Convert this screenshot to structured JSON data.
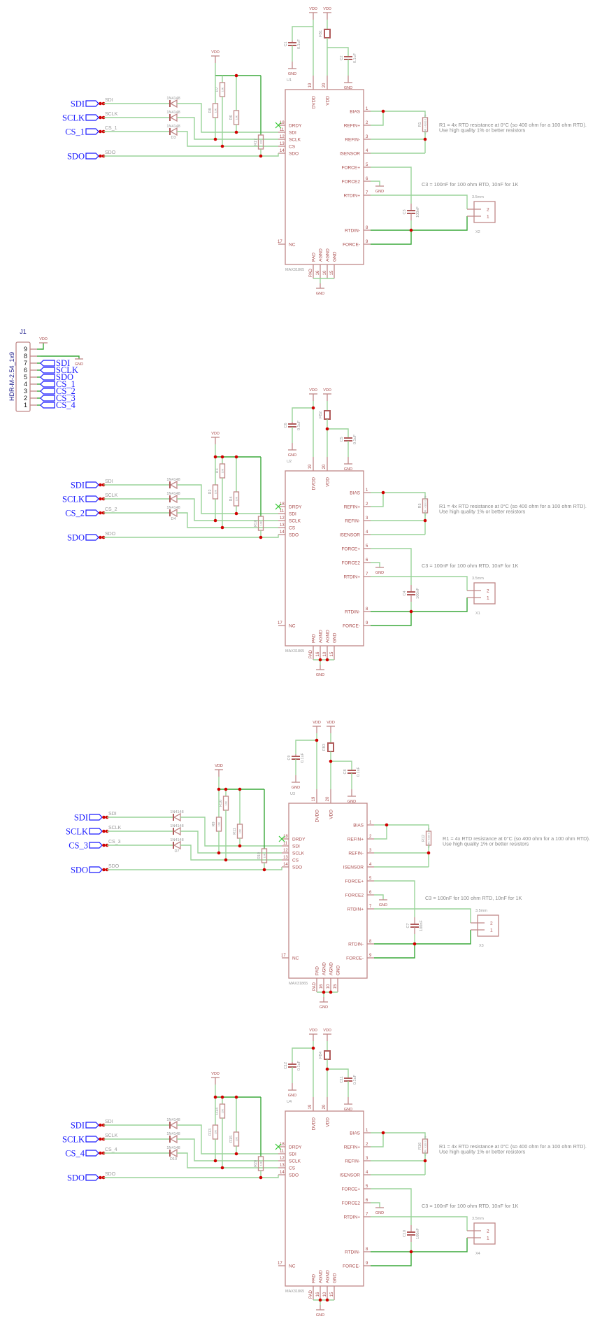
{
  "power": {
    "vdd": "VDD",
    "gnd": "GND"
  },
  "pins": {
    "left": [
      {
        "num": "18",
        "name": "DRDY"
      },
      {
        "num": "11",
        "name": "SDI"
      },
      {
        "num": "12",
        "name": "SCLK"
      },
      {
        "num": "13",
        "name": "CS"
      },
      {
        "num": "14",
        "name": "SDO"
      }
    ],
    "nc": {
      "num": "17",
      "name": "NC"
    },
    "right": [
      {
        "num": "1",
        "name": "BIAS"
      },
      {
        "num": "2",
        "name": "REFIN+"
      },
      {
        "num": "3",
        "name": "REFIN-"
      },
      {
        "num": "4",
        "name": "ISENSOR"
      },
      {
        "num": "5",
        "name": "FORCE+"
      },
      {
        "num": "6",
        "name": "FORCE2"
      },
      {
        "num": "7",
        "name": "RTDIN+"
      },
      {
        "num": "8",
        "name": "RTDIN-"
      },
      {
        "num": "9",
        "name": "FORCE-"
      }
    ],
    "top": [
      {
        "num": "19",
        "name": "DVDD"
      },
      {
        "num": "20",
        "name": "VDD"
      }
    ],
    "bottom": [
      {
        "num": "PAD",
        "name": "PAD"
      },
      {
        "num": "16",
        "name": "AGND"
      },
      {
        "num": "10",
        "name": "AGND"
      },
      {
        "num": "15",
        "name": "GND"
      }
    ]
  },
  "channels": [
    {
      "ic_ref": "U1",
      "ic_value": "MAX31865",
      "ports": {
        "sdi": "SDI",
        "sclk": "SCLK",
        "cs": "CS_1",
        "sdo": "SDO"
      },
      "c_dvdd": {
        "ref": "C1",
        "value": "0.1uF"
      },
      "c_vdd": {
        "ref": "C2",
        "value": "0.1uF"
      },
      "ferrite": "FB1",
      "pullups": [
        {
          "ref": "R7",
          "value": "10K"
        },
        {
          "ref": "R8",
          "value": "10K"
        },
        {
          "ref": "R6",
          "value": "10K"
        },
        {
          "ref": "R17",
          "value": "10K"
        }
      ],
      "diode": {
        "value": "1N4148",
        "ref": "D3"
      },
      "r_ref": {
        "ref": "R1",
        "value": "430R / 4300 0.1%"
      },
      "c_filter": {
        "ref": "C3",
        "value": "100nF"
      },
      "connector": {
        "ref": "X2",
        "value": "3.5mm",
        "pins": [
          "2",
          "1"
        ]
      },
      "notes": [
        "R1 = 4x RTD resistance at 0°C (so 400 ohm for a 100 ohm RTD).",
        "Use high quality 1% or better resistors",
        "C3 = 100nF for 100 ohm RTD, 10nF for 1K"
      ]
    },
    {
      "ic_ref": "U2",
      "ic_value": "MAX31865",
      "ports": {
        "sdi": "SDI",
        "sclk": "SCLK",
        "cs": "CS_2",
        "sdo": "SDO"
      },
      "c_dvdd": {
        "ref": "C6",
        "value": "0.1uF"
      },
      "c_vdd": {
        "ref": "C5",
        "value": "0.1uF"
      },
      "ferrite": "FB2",
      "pullups": [
        {
          "ref": "R3",
          "value": "10K"
        },
        {
          "ref": "R2",
          "value": "10K"
        },
        {
          "ref": "R4",
          "value": "10K"
        },
        {
          "ref": "R18",
          "value": "10K"
        }
      ],
      "diode": {
        "value": "1N4148",
        "ref": "D4"
      },
      "r_ref": {
        "ref": "R5",
        "value": "430R / 4300 0.1%"
      },
      "c_filter": {
        "ref": "C4",
        "value": "100nF"
      },
      "connector": {
        "ref": "X1",
        "value": "3.5mm",
        "pins": [
          "2",
          "1"
        ]
      },
      "notes": [
        "R1 = 4x RTD resistance at 0°C (so 400 ohm for a 100 ohm RTD).",
        "Use high quality 1% or better resistors",
        "C3 = 100nF for 100 ohm RTD, 10nF for 1K"
      ]
    },
    {
      "ic_ref": "U3",
      "ic_value": "MAX31865",
      "ports": {
        "sdi": "SDI",
        "sclk": "SCLK",
        "cs": "CS_3",
        "sdo": "SDO"
      },
      "c_dvdd": {
        "ref": "C9",
        "value": "0.1uF"
      },
      "c_vdd": {
        "ref": "C8",
        "value": "0.1uF"
      },
      "ferrite": "FB3",
      "pullups": [
        {
          "ref": "R10",
          "value": "10K"
        },
        {
          "ref": "R9",
          "value": "10K"
        },
        {
          "ref": "R11",
          "value": "10K"
        },
        {
          "ref": "R19",
          "value": "10K"
        }
      ],
      "diode": {
        "value": "1N4148",
        "ref": "D7"
      },
      "r_ref": {
        "ref": "R12",
        "value": "430R / 4300 0.1%"
      },
      "c_filter": {
        "ref": "C7",
        "value": "100nF"
      },
      "connector": {
        "ref": "X3",
        "value": "3.5mm",
        "pins": [
          "2",
          "1"
        ]
      },
      "notes": [
        "R1 = 4x RTD resistance at 0°C (so 400 ohm for a 100 ohm RTD).",
        "Use high quality 1% or better resistors",
        "C3 = 100nF for 100 ohm RTD, 10nF for 1K"
      ]
    },
    {
      "ic_ref": "U4",
      "ic_value": "MAX31865",
      "ports": {
        "sdi": "SDI",
        "sclk": "SCLK",
        "cs": "CS_4",
        "sdo": "SDO"
      },
      "c_dvdd": {
        "ref": "C12",
        "value": "0.1uF"
      },
      "c_vdd": {
        "ref": "C11",
        "value": "0.1uF"
      },
      "ferrite": "FB4",
      "pullups": [
        {
          "ref": "R14",
          "value": "10K"
        },
        {
          "ref": "R13",
          "value": "10K"
        },
        {
          "ref": "R15",
          "value": "10K"
        },
        {
          "ref": "R20",
          "value": "10K"
        }
      ],
      "diode": {
        "value": "1N4148",
        "ref": "D10"
      },
      "r_ref": {
        "ref": "R16",
        "value": "430R / 4300 0.1%"
      },
      "c_filter": {
        "ref": "C10",
        "value": "100nF"
      },
      "connector": {
        "ref": "X4",
        "value": "3.5mm",
        "pins": [
          "2",
          "1"
        ]
      },
      "notes": [
        "R1 = 4x RTD resistance at 0°C (so 400 ohm for a 100 ohm RTD).",
        "Use high quality 1% or better resistors",
        "C3 = 100nF for 100 ohm RTD, 10nF for 1K"
      ]
    }
  ],
  "header": {
    "ref": "J1",
    "value": "HDR-M-2.54_1x9",
    "pins": [
      "9",
      "8",
      "7",
      "6",
      "5",
      "4",
      "3",
      "2",
      "1"
    ],
    "signals": [
      "SDI",
      "SCLK",
      "SDO",
      "CS_1",
      "CS_2",
      "CS_3",
      "CS_4"
    ]
  }
}
